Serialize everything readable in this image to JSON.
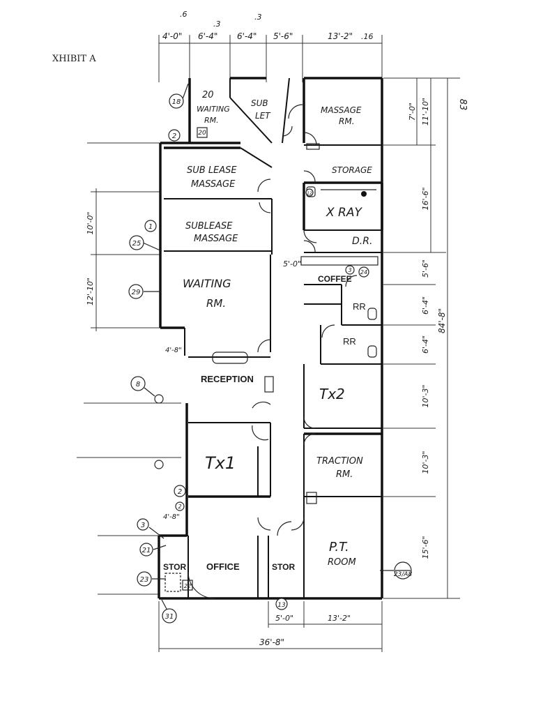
{
  "title": "XHIBIT A",
  "top_dimensions": [
    "4'-0\"",
    "6'-4\"",
    "6'-4\"",
    "5'-6\"",
    "13'-2\""
  ],
  "top_notes": [
    ".6",
    ".3",
    ".3",
    ".16"
  ],
  "bottom_dimensions": [
    "5'-0\"",
    "13'-2\"",
    "36'-8\""
  ],
  "left_dimensions": [
    "10'-0\"",
    "12'-10\""
  ],
  "left_small_dims": [
    "4'-8\"",
    "4'-8\""
  ],
  "right_dimensions": [
    "7'-0\"",
    "11'-10\"",
    "16'-6\"",
    "5'-6\"",
    "6'-4\"",
    "6'-4\"",
    "10'-3\"",
    "10'-3\"",
    "15'-6\""
  ],
  "right_overall": [
    "83",
    "84'-8\""
  ],
  "corridor_dim": "5'-0\"",
  "rooms": {
    "waiting_room_top": [
      "20",
      "WAITING",
      "RM."
    ],
    "sublet": [
      "SUB",
      "LET"
    ],
    "massage_room": [
      "MASSAGE",
      "RM."
    ],
    "sublease_1": [
      "SUB LEASE",
      "MASSAGE"
    ],
    "sublease_2": [
      "SUBLEASE",
      "MASSAGE"
    ],
    "storage": "STORAGE",
    "xray": "X RAY",
    "dr": "D.R.",
    "coffee": "COFFEE",
    "waiting_room": [
      "WAITING",
      "RM."
    ],
    "rr1": "RR",
    "rr2": "RR",
    "reception": "RECEPTION",
    "tx2": "Tx2",
    "tx1": "Tx1",
    "traction_room": [
      "TRACTION",
      "RM."
    ],
    "office": "OFFICE",
    "stor_left": "STOR",
    "stor_mid": "STOR",
    "pt_room": [
      "P.T.",
      "ROOM"
    ]
  },
  "callouts": [
    "18",
    "2",
    "20",
    "1",
    "25",
    "29",
    "8",
    "2",
    "3",
    "21",
    "23",
    "31",
    "22",
    "13",
    "23/A8",
    "3",
    "24",
    "12",
    "2"
  ]
}
